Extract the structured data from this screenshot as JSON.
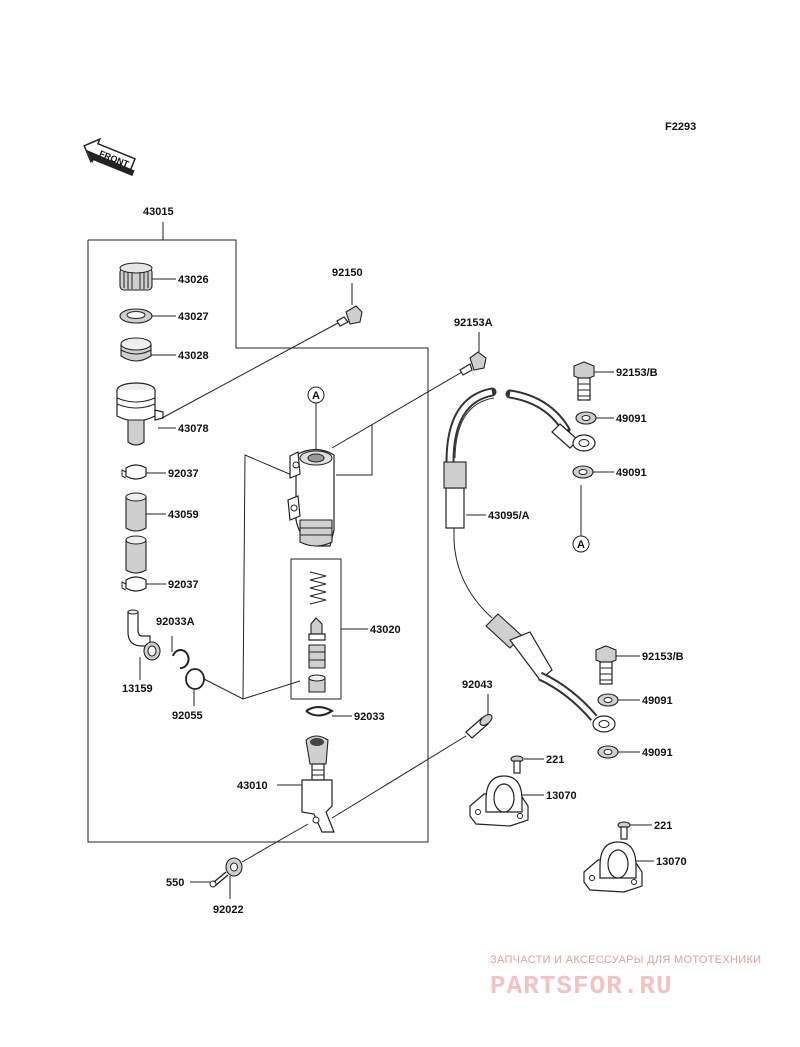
{
  "figure_code": "F2293",
  "front_label": "FRONT",
  "labels": {
    "p43015": "43015",
    "p43026": "43026",
    "p43027": "43027",
    "p43028": "43028",
    "p43078": "43078",
    "p92037a": "92037",
    "p43059": "43059",
    "p92037b": "92037",
    "p92033A": "92033A",
    "p13159": "13159",
    "p92055": "92055",
    "p92150": "92150",
    "p92153A": "92153A",
    "p43020": "43020",
    "p92033": "92033",
    "p43010": "43010",
    "p550": "550",
    "p92022": "92022",
    "p92043": "92043",
    "p92153B1": "92153/B",
    "p49091a": "49091",
    "p49091b": "49091",
    "p43095A": "43095/A",
    "p92153B2": "92153/B",
    "p49091c": "49091",
    "p49091d": "49091",
    "p221a": "221",
    "p13070a": "13070",
    "p221b": "221",
    "p13070b": "13070"
  },
  "ref_marks": {
    "a_top": "A",
    "a_bottom": "A"
  },
  "watermark": {
    "line1": "ЗАПЧАСТИ И АКСЕССУАРЫ ДЛЯ МОТОТЕХНИКИ",
    "line2": "PARTSFOR.RU"
  }
}
